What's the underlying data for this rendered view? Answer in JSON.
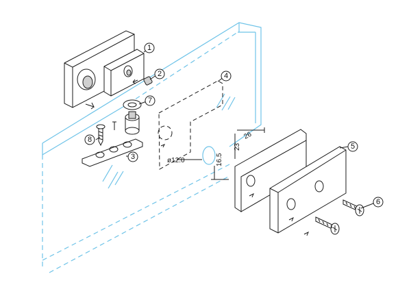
{
  "colors": {
    "glass_edge": "#6ec3e8",
    "line": "#1a1a1a",
    "shading": "#cfcfcf"
  },
  "callouts": [
    "1",
    "2",
    "3",
    "4",
    "5",
    "6",
    "7",
    "8"
  ],
  "dimensions": {
    "hole_diameter": "ø12.0",
    "depth_a": "16.5",
    "offset_a": "23",
    "offset_b": "26"
  }
}
